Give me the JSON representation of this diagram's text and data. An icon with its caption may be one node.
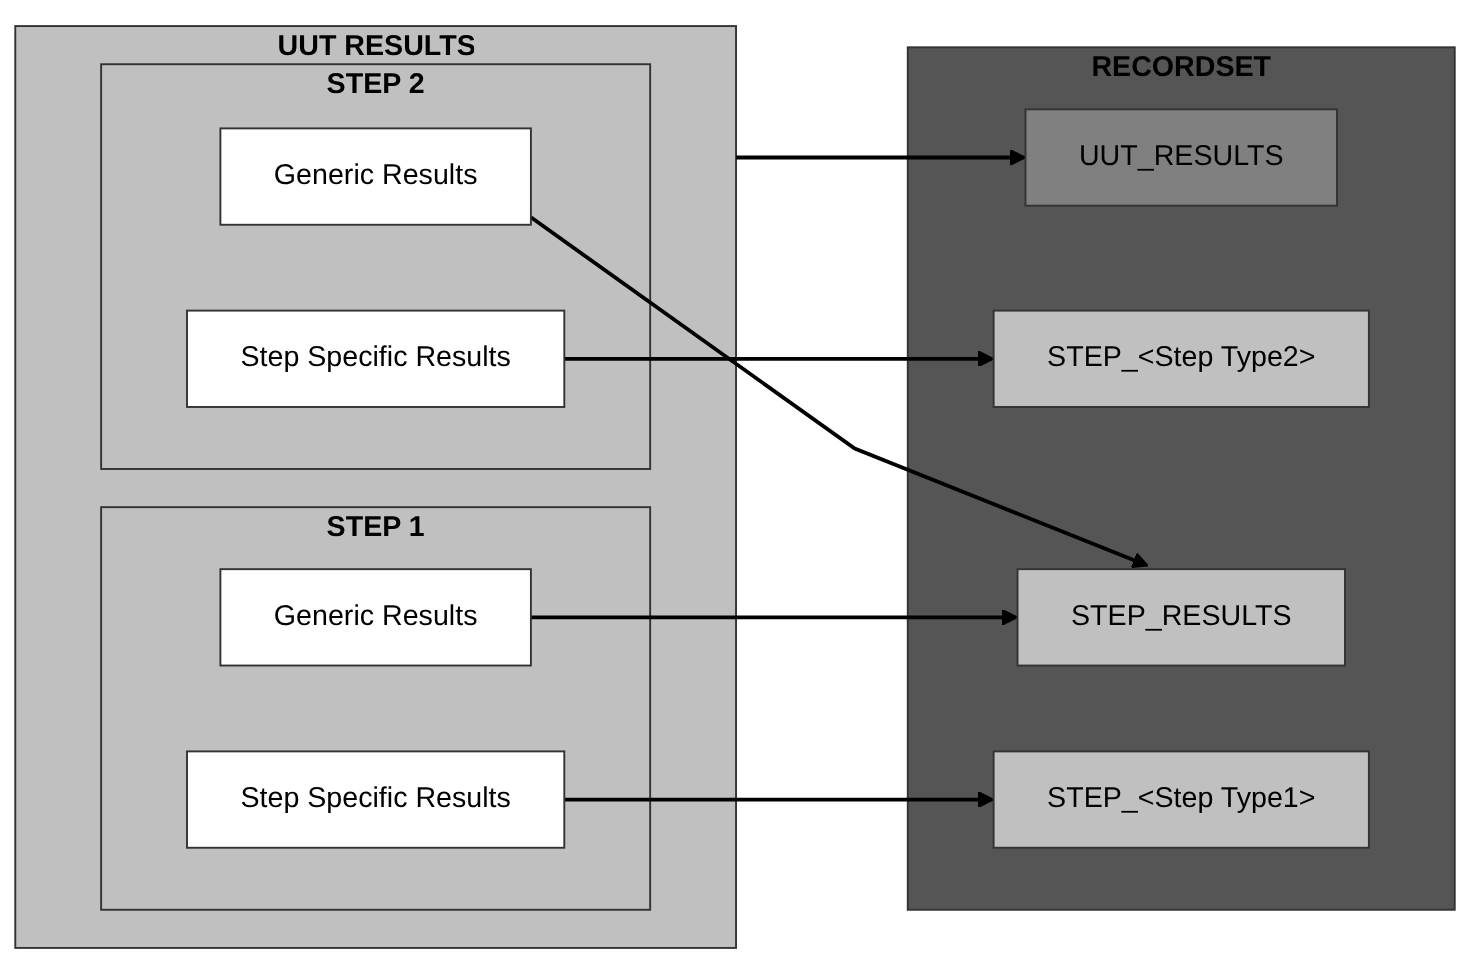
{
  "diagram": {
    "nodes": [
      {
        "text": [
          "UUT RESULTS"
        ]
      },
      {
        "text": [
          "STEP 1"
        ],
        "in": 0
      },
      {
        "text": [
          "Generic Results"
        ],
        "in": 1
      },
      {
        "text": [
          "Step Specific Results"
        ],
        "in": 1
      },
      {
        "text": [
          "STEP 2"
        ],
        "in": 0
      },
      {
        "text": [
          "Generic Results"
        ],
        "in": 4
      },
      {
        "text": [
          "Step Specific Results"
        ],
        "in": 4
      },
      {
        "text": [
          "RECORDSET"
        ]
      },
      {
        "text": [
          "UUT_RESULTS"
        ],
        "in": 7
      },
      {
        "text": [
          "STEP_RESULTS"
        ],
        "in": 7
      },
      {
        "text": [
          "STEP_<Step Type1>"
        ],
        "in": 7
      },
      {
        "text": [
          "STEP_<Step Type2>"
        ],
        "in": 7
      }
    ],
    "edges": [
      {
        "from": 0,
        "to": 8,
        "arrow": "to"
      },
      {
        "from": 2,
        "to": 9,
        "arrow": "to"
      },
      {
        "from": 3,
        "to": 10,
        "arrow": "to"
      },
      {
        "from": 5,
        "to": 9,
        "arrow": "to"
      },
      {
        "from": 6,
        "to": 11,
        "arrow": "to"
      }
    ]
  }
}
